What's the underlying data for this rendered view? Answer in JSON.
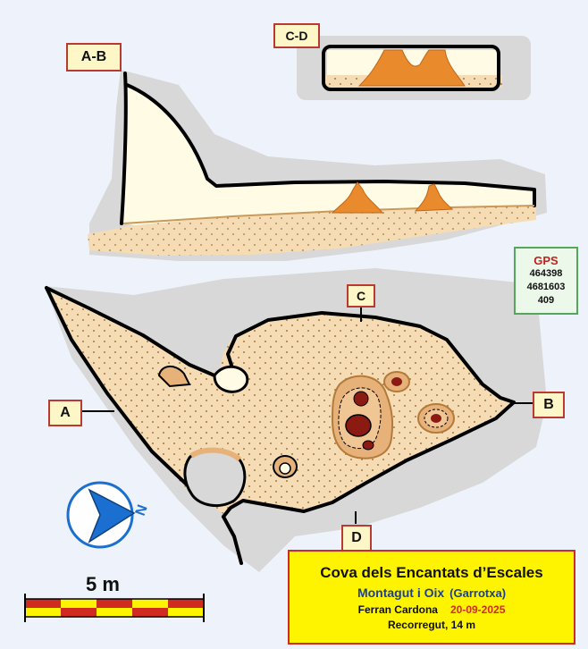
{
  "sections": {
    "ab_label": "A-B",
    "cd_label": "C-D"
  },
  "markers": {
    "a": "A",
    "b": "B",
    "c": "C",
    "d": "D"
  },
  "gps": {
    "title": "GPS",
    "line1": "464398",
    "line2": "4681603",
    "line3": "409"
  },
  "north_arrow": {
    "letter": "N"
  },
  "scale": {
    "label": "5 m"
  },
  "title_block": {
    "cave_name": "Cova dels Encantats d’Escales",
    "municipality": "Montagut i Oix",
    "region": "(Garrotxa)",
    "author": "Ferran Cardona",
    "date": "20-09-2025",
    "length": "Recorregut, 14 m"
  },
  "colors": {
    "floor": "#f5dcb4",
    "passage": "#fffbe4",
    "rock": "#d8d8d8",
    "speleothem": "#e98a2c",
    "speleothem_dark": "#8b1a12",
    "title_yellow": "#fff400",
    "title_border": "#d12b1f",
    "compass_blue": "#1b6fd0"
  }
}
